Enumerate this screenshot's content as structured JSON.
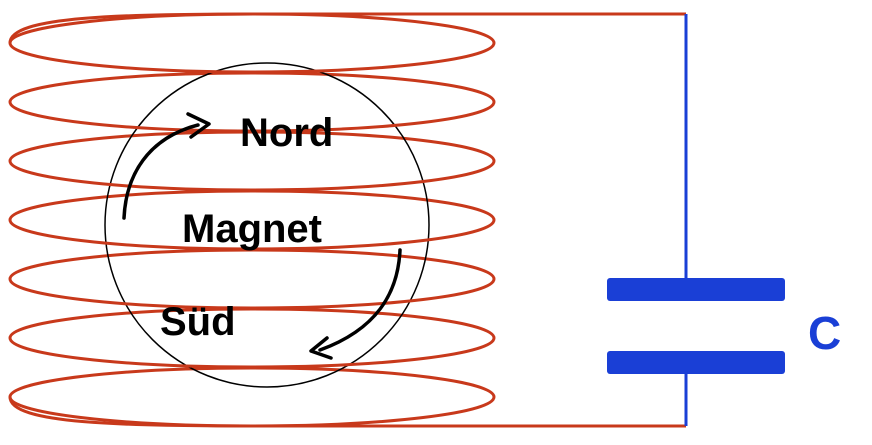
{
  "labels": {
    "north": "Nord",
    "magnet": "Magnet",
    "south": "Süd",
    "capacitor": "C"
  },
  "colors": {
    "coil": "#c8391b",
    "wire": "#1a3fd6",
    "capacitor": "#1a3fd6",
    "capacitor_label": "#1a3fd6",
    "magnet_outline": "#000000",
    "arrows": "#000000",
    "text": "#000000",
    "background": "#ffffff"
  },
  "coil": {
    "turns": 7
  }
}
